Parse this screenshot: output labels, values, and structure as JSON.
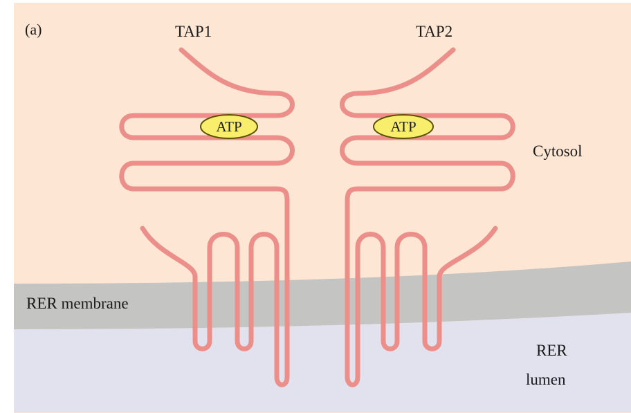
{
  "panel_label": "(a)",
  "proteins": {
    "left": {
      "name": "TAP1",
      "atp_label": "ATP"
    },
    "right": {
      "name": "TAP2",
      "atp_label": "ATP"
    }
  },
  "regions": {
    "cytosol": "Cytosol",
    "membrane": "RER membrane",
    "lumen_line1": "RER",
    "lumen_line2": "lumen"
  },
  "colors": {
    "cytosol": "#fde6d3",
    "membrane": "#c4c4c2",
    "lumen": "#e2e2ef",
    "protein_stroke": "#ec8f8a",
    "atp_fill": "#f8ee6c",
    "atp_stroke": "#5a5200"
  }
}
